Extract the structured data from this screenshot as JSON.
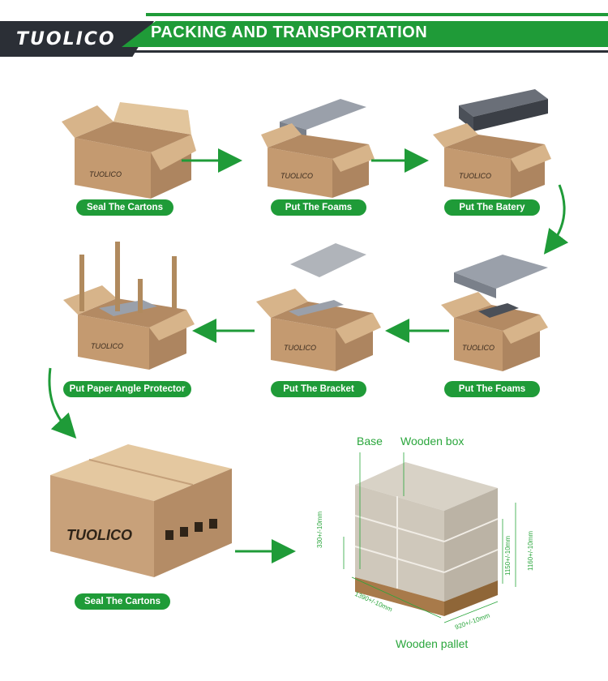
{
  "header": {
    "logo": "TUOLICO",
    "title": "PACKING AND TRANSPORTATION"
  },
  "steps": [
    {
      "label": "Seal The Cartons"
    },
    {
      "label": "Put The Foams"
    },
    {
      "label": "Put The Batery"
    },
    {
      "label": "Put The Foams"
    },
    {
      "label": "Put The Bracket"
    },
    {
      "label": "Put Paper Angle Protector"
    },
    {
      "label": "Seal The Cartons"
    }
  ],
  "box_logo": "TUOLICO",
  "pallet": {
    "base_label": "Base",
    "wooden_box_label": "Wooden box",
    "wooden_pallet_label": "Wooden pallet",
    "dim_height_base": "330+/-10mm",
    "dim_length": "1390+/-10mm",
    "dim_width": "920+/-10mm",
    "dim_height_mid": "1150+/-10mm",
    "dim_height_total": "1160+/-10mm"
  },
  "colors": {
    "green": "#1f9b38",
    "dark": "#2b2f36",
    "cardboard": "#c8a17a"
  }
}
